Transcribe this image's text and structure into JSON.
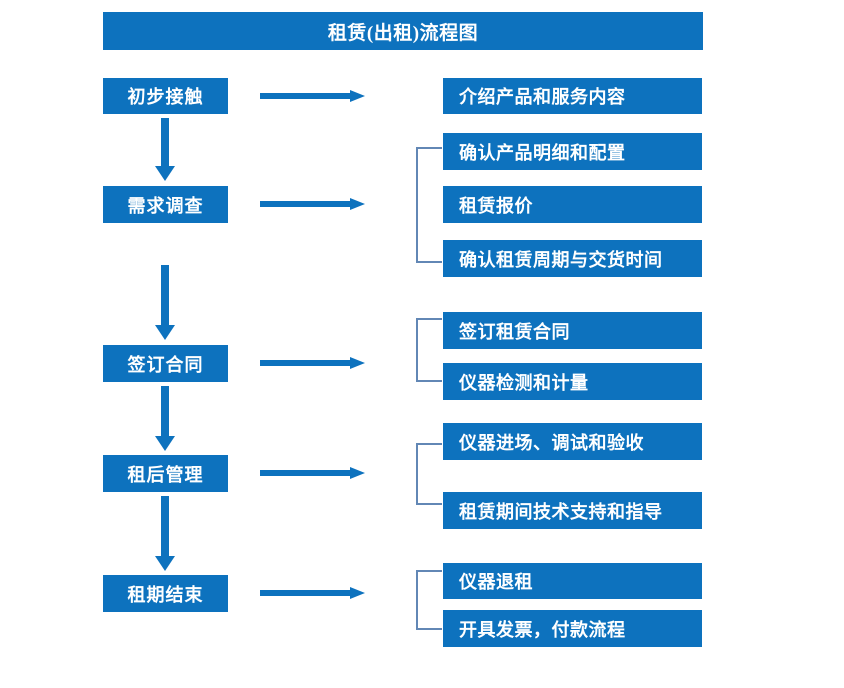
{
  "title": "租赁(出租)流程图",
  "colors": {
    "box_fill": "#0d72be",
    "box_text": "#ffffff",
    "arrow": "#0d72be",
    "bracket": "#6287b5",
    "background": "#ffffff"
  },
  "stages": [
    {
      "label": "初步接触"
    },
    {
      "label": "需求调查"
    },
    {
      "label": "签订合同"
    },
    {
      "label": "租后管理"
    },
    {
      "label": "租期结束"
    }
  ],
  "groups": [
    {
      "bracket": false,
      "items": [
        {
          "label": "介绍产品和服务内容"
        }
      ]
    },
    {
      "bracket": true,
      "items": [
        {
          "label": "确认产品明细和配置"
        },
        {
          "label": "租赁报价"
        },
        {
          "label": "确认租赁周期与交货时间"
        }
      ]
    },
    {
      "bracket": true,
      "items": [
        {
          "label": "签订租赁合同"
        },
        {
          "label": "仪器检测和计量"
        }
      ]
    },
    {
      "bracket": true,
      "items": [
        {
          "label": "仪器进场、调试和验收"
        },
        {
          "label": "租赁期间技术支持和指导"
        }
      ]
    },
    {
      "bracket": true,
      "items": [
        {
          "label": "仪器退租"
        },
        {
          "label": "开具发票，付款流程"
        }
      ]
    }
  ]
}
